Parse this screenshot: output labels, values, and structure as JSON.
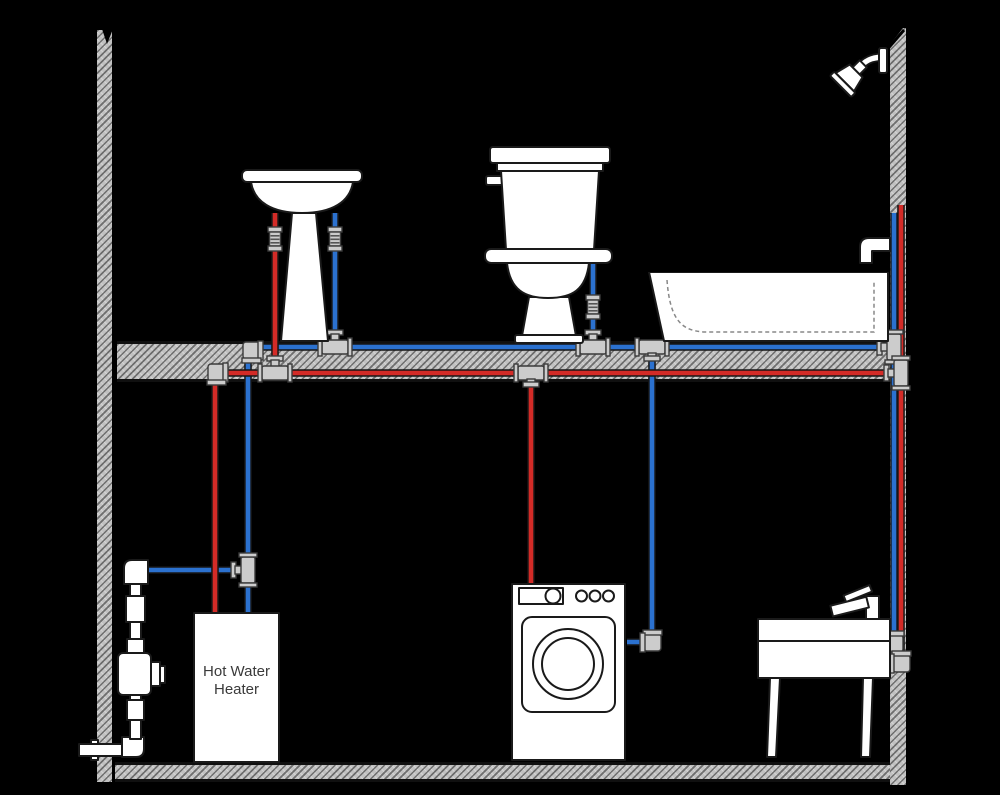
{
  "diagram": {
    "type": "residential-plumbing-supply-cross-section",
    "labels": {
      "water_heater_line1": "Hot Water",
      "water_heater_line2": "Heater"
    },
    "colors": {
      "background": "#000000",
      "hot_supply": "#d32b27",
      "cold_supply": "#2b71cf",
      "wall_fill": "#c1c1c1",
      "fixture_fill": "#ffffff",
      "fixture_outline": "#1a1a1a",
      "fitting_fill": "#cccccc",
      "fitting_outline": "#3a3a3a",
      "label_text": "#3a3a3a"
    },
    "fixture_icons": [
      "pedestal-sink-icon",
      "toilet-icon",
      "bathtub-icon",
      "tub-spout-icon",
      "shower-head-icon",
      "washing-machine-icon",
      "laundry-sink-icon",
      "hot-water-heater-icon",
      "water-meter-icon",
      "main-supply-pipe-icon"
    ]
  }
}
